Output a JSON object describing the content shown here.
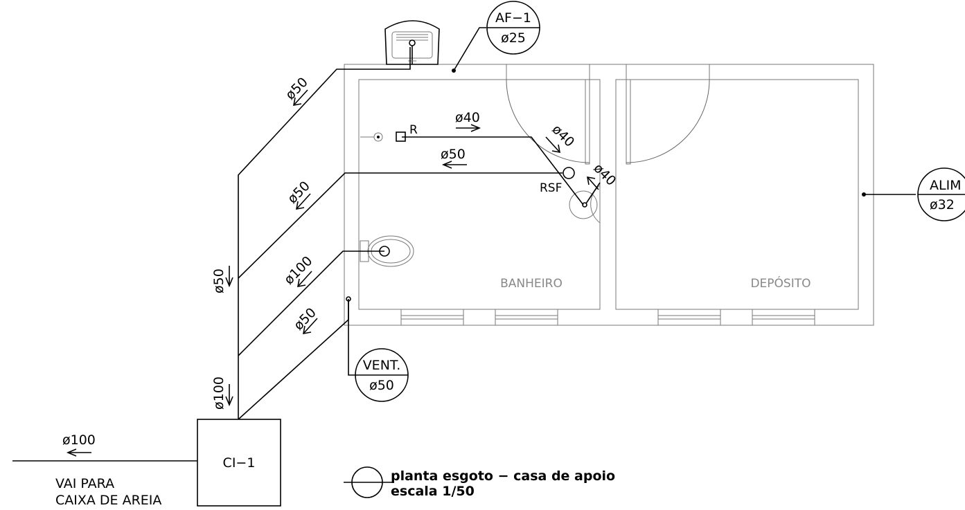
{
  "rooms": {
    "bathroom": "BANHEIRO",
    "storage": "DEPÓSITO"
  },
  "labels": {
    "r": "R",
    "rsf": "RSF",
    "p1": "ø50",
    "p2": "ø40",
    "p3": "ø50",
    "p4": "ø40",
    "p5": "ø40",
    "p6": "ø50",
    "p7": "ø100",
    "p8": "ø50",
    "p9": "ø50",
    "p10": "ø100",
    "p11": "ø100"
  },
  "tags": {
    "af": {
      "top": "AF−1",
      "bottom": "ø25"
    },
    "alim": {
      "top": "ALIM",
      "bottom": "ø32"
    },
    "vent": {
      "top": "VENT.",
      "bottom": "ø50"
    }
  },
  "box": {
    "label": "CI−1"
  },
  "outlet": {
    "line1": "VAI PARA",
    "line2": "CAIXA DE AREIA"
  },
  "title": {
    "line1": "planta esgoto − casa de apoio",
    "line2": "escala 1/50"
  }
}
